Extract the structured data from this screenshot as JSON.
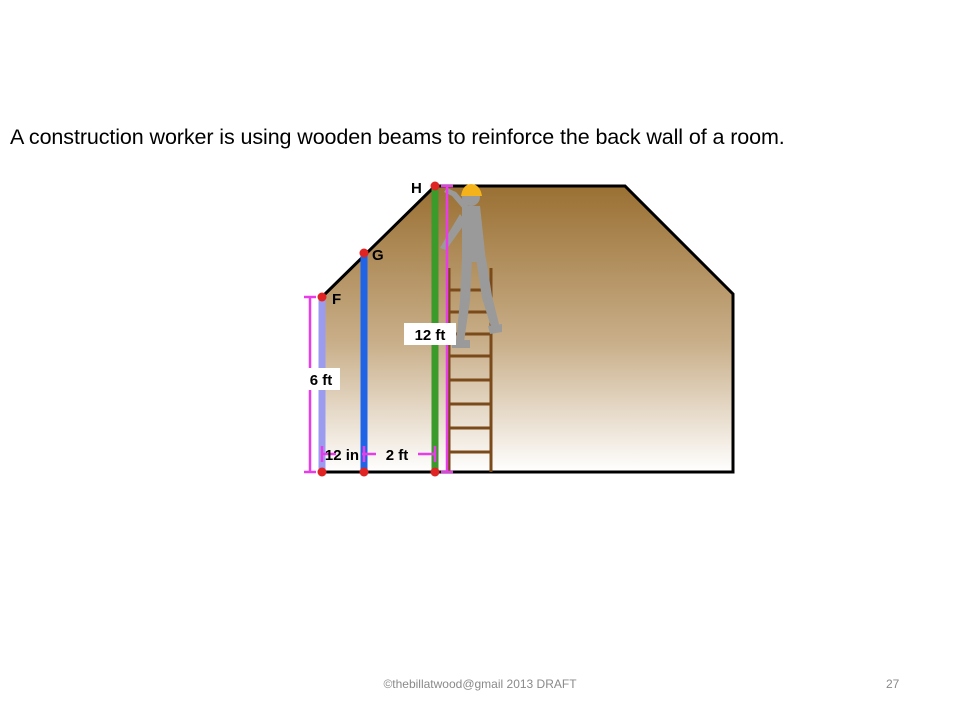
{
  "slide": {
    "problem_text": "A construction worker is using wooden beams to reinforce the back wall of a room.",
    "footer_text": "©thebillatwood@gmail  2013 DRAFT",
    "page_number": "27"
  },
  "diagram": {
    "points": {
      "f": "F",
      "g": "G",
      "h": "H"
    },
    "dimensions": {
      "beam_f_height": "6 ft",
      "beam_h_height": "12 ft",
      "gap_f_g": "12 in",
      "gap_g_h": "2 ft"
    },
    "colors": {
      "beam_f": "#9b9bf0",
      "beam_g": "#1f63e6",
      "beam_h": "#3a9a2a",
      "dimension_lines": "#e83ce8",
      "endpoints": "#e02424",
      "ladder": "#7a4a1a",
      "worker": "#9a9a9a",
      "hard_hat": "#f4b31a",
      "wall_top": "#9a7033",
      "wall_bottom": "#ffffff"
    },
    "icons": [
      "construction-worker-figure",
      "ladder",
      "hard-hat"
    ]
  }
}
